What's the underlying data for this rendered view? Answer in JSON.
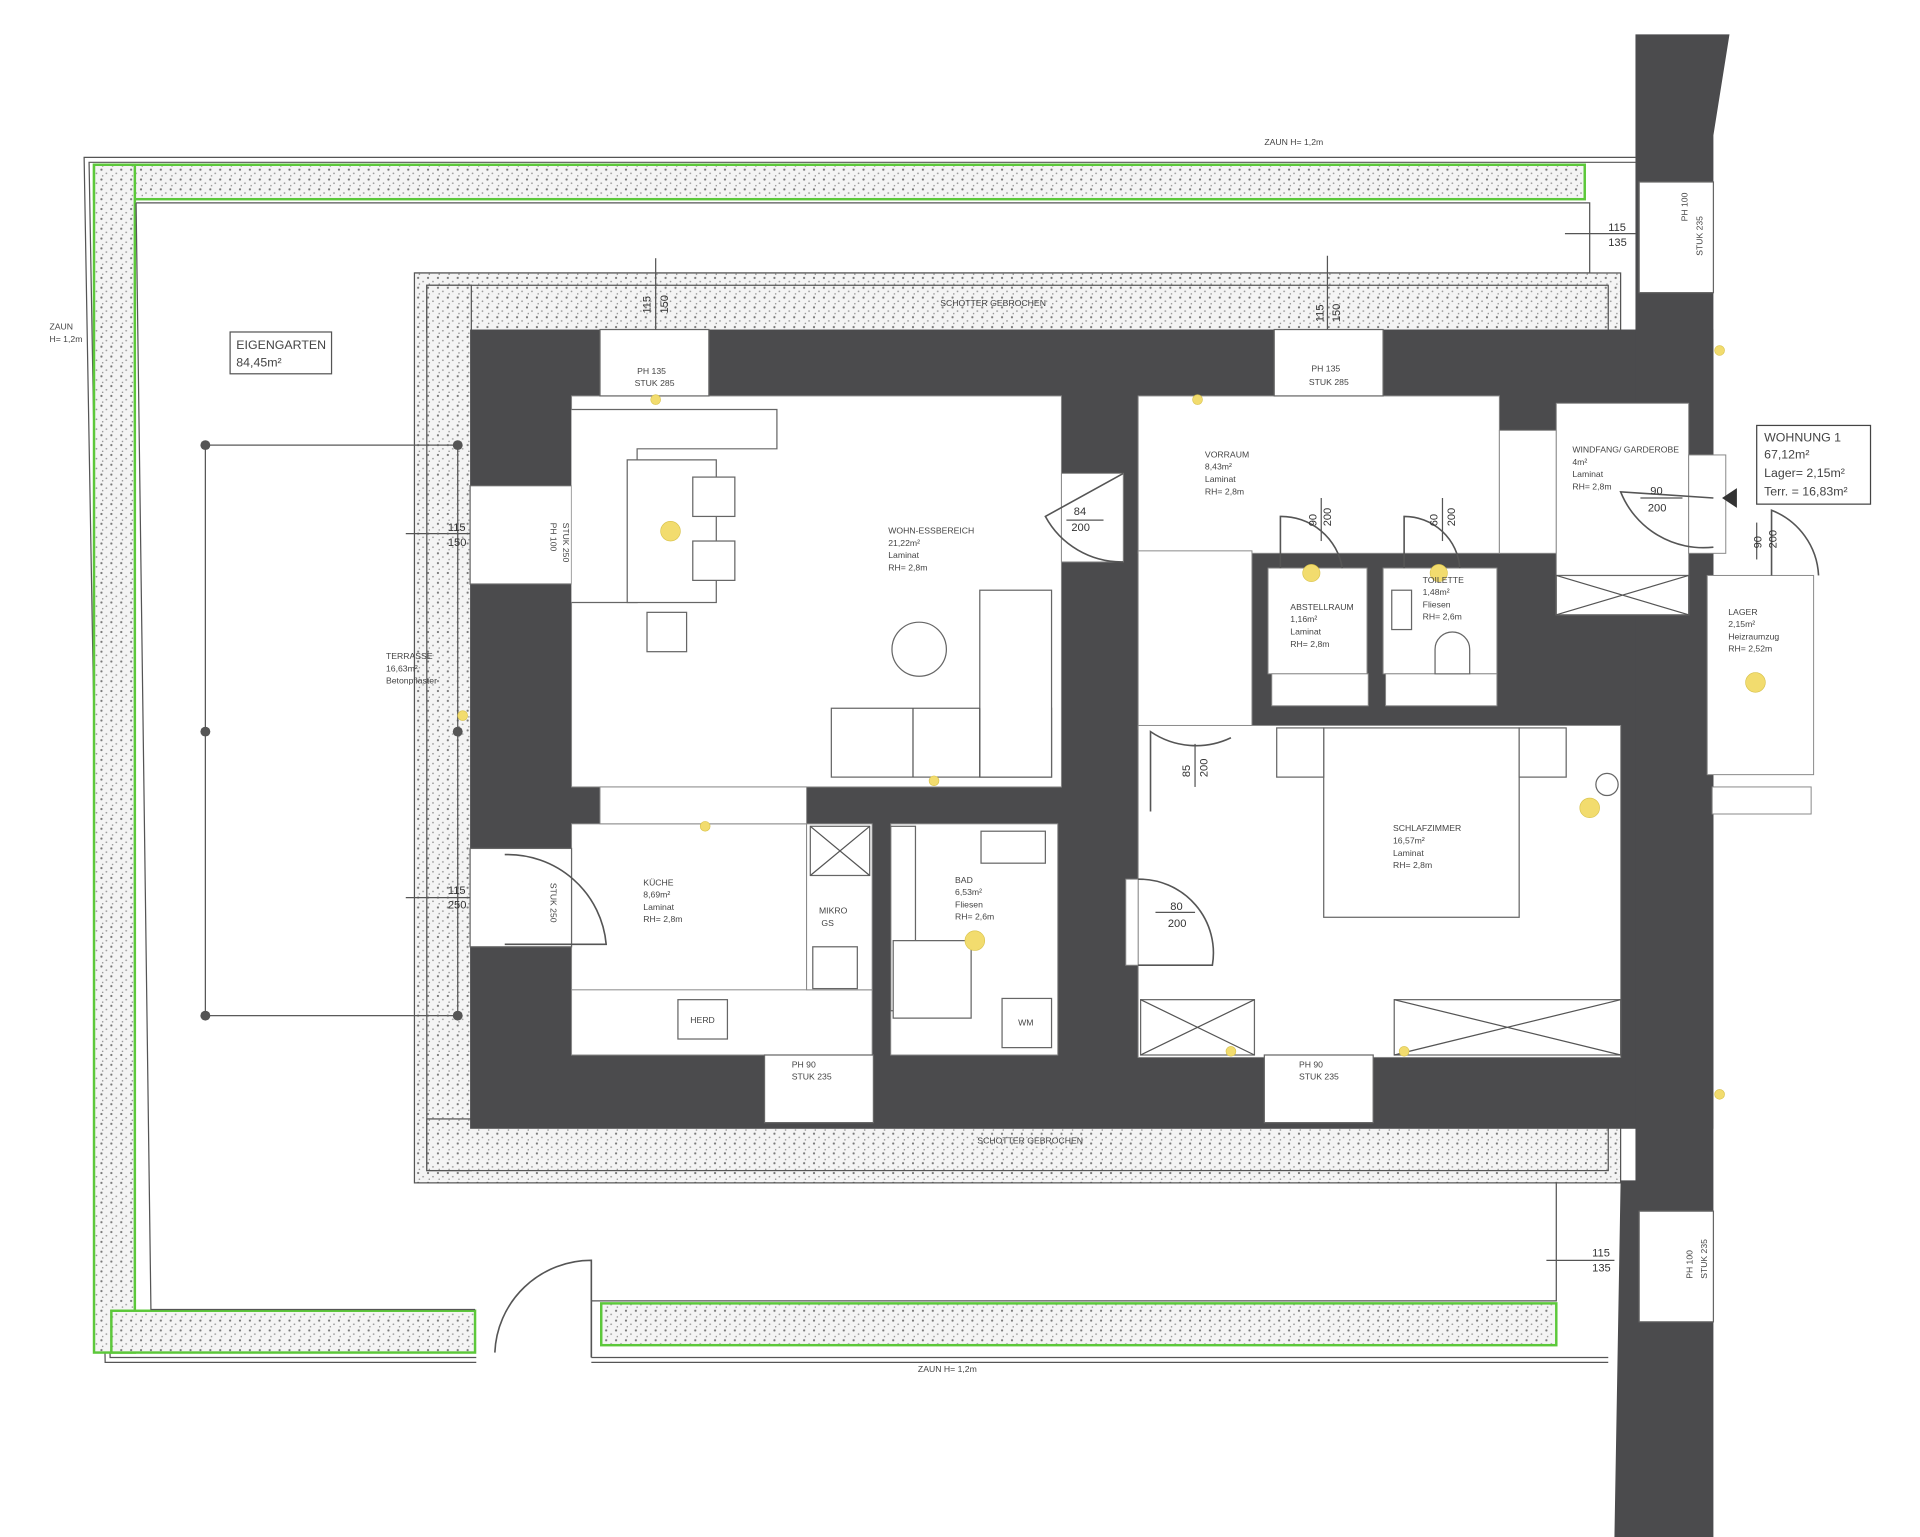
{
  "plan_title": "Wohnung 1",
  "summary": {
    "title": "WOHNUNG 1",
    "area": "67,12m²",
    "storage": "Lager= 2,15m²",
    "terrace": "Terr. = 16,83m²"
  },
  "garden": {
    "name": "EIGENGARTEN",
    "area": "84,45m²"
  },
  "fence": {
    "top": "ZAUN H= 1,2m",
    "bottom": "ZAUN H= 1,2m",
    "left_1": "ZAUN",
    "left_2": "H= 1,2m"
  },
  "gravel": {
    "top": "SCHOTTER GEBROCHEN",
    "bottom": "SCHOTTER GEBROCHEN"
  },
  "rooms": {
    "terrace": {
      "name": "TERRASSE",
      "area": "16,63m²",
      "floor": "Betonpflaster"
    },
    "living": {
      "name": "WOHN-ESSBEREICH",
      "area": "21,22m²",
      "floor": "Laminat",
      "height": "RH= 2,8m"
    },
    "hall": {
      "name": "VORRAUM",
      "area": "8,43m²",
      "floor": "Laminat",
      "height": "RH= 2,8m"
    },
    "storage": {
      "name": "ABSTELLRAUM",
      "area": "1,16m²",
      "floor": "Laminat",
      "height": "RH= 2,8m"
    },
    "toilet": {
      "name": "TOILETTE",
      "area": "1,48m²",
      "floor": "Fliesen",
      "height": "RH= 2,6m"
    },
    "entry": {
      "name": "WINDFANG/ GARDEROBE",
      "area": "4m²",
      "floor": "Laminat",
      "height": "RH= 2,8m"
    },
    "lager": {
      "name": "LAGER",
      "area": "2,15m²",
      "floor": "Heizraumzug",
      "height": "RH= 2,52m"
    },
    "bedroom": {
      "name": "SCHLAFZIMMER",
      "area": "16,57m²",
      "floor": "Laminat",
      "height": "RH= 2,8m"
    },
    "kitchen": {
      "name": "KÜCHE",
      "area": "8,69m²",
      "floor": "Laminat",
      "height": "RH= 2,8m"
    },
    "bath": {
      "name": "BAD",
      "area": "6,53m²",
      "floor": "Fliesen",
      "height": "RH= 2,6m"
    }
  },
  "fixtures": {
    "micro_1": "MIKRO",
    "micro_2": "GS",
    "stove": "HERD",
    "washer": "WM"
  },
  "windows": {
    "w_living_top": {
      "ph": "PH 135",
      "stuk": "STUK 285"
    },
    "w_hall_top": {
      "ph": "PH 135",
      "stuk": "STUK 285"
    },
    "w_left": {
      "ph": "PH 100",
      "stuk": "STUK 250"
    },
    "w_kitchen_left": {
      "stuk": "STUK 250"
    },
    "w_kitchen_bottom": {
      "ph": "PH 90",
      "stuk": "STUK 235"
    },
    "w_bed_bottom": {
      "ph": "PH 90",
      "stuk": "STUK 235"
    },
    "w_right_top": {
      "ph": "PH 100",
      "stuk": "STUK 235"
    },
    "w_right_bottom": {
      "ph": "PH 100",
      "stuk": "STUK 235"
    }
  },
  "dims": {
    "d_living": [
      "84",
      "200"
    ],
    "d_storage": [
      "90",
      "200"
    ],
    "d_toilet": [
      "60",
      "200"
    ],
    "d_entry": [
      "90",
      "200"
    ],
    "d_lager": [
      "90",
      "200"
    ],
    "d_hall": [
      "85",
      "200"
    ],
    "d_bath": [
      "80",
      "200"
    ],
    "o_left_top": [
      "115",
      "150"
    ],
    "o_left_bot": [
      "115",
      "250"
    ],
    "o_top1": [
      "115",
      "150"
    ],
    "o_top2": [
      "115",
      "150"
    ],
    "o_right_top": [
      "115",
      "135"
    ],
    "o_right_bot": [
      "115",
      "135"
    ]
  }
}
